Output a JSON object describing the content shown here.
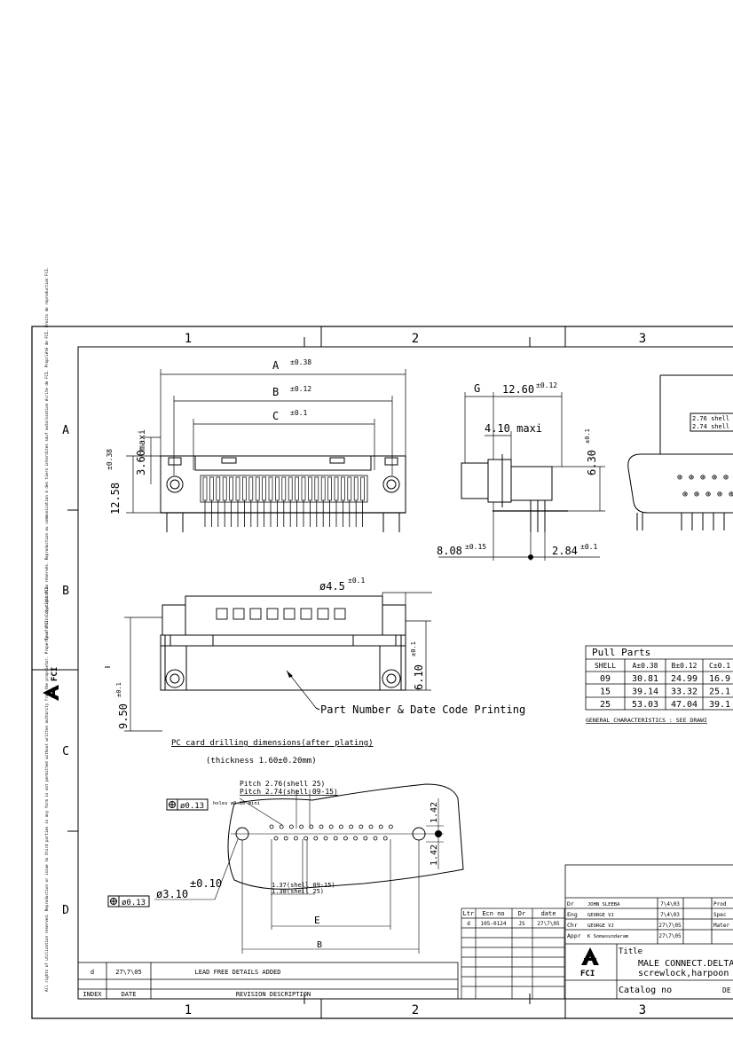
{
  "frame": {
    "columns": [
      "1",
      "2",
      "3"
    ],
    "rows": [
      "A",
      "B",
      "C",
      "D"
    ]
  },
  "side_notes": {
    "top_left": "Tous droits d'utilisation réservés. Reproduction ou communication à des tiers interdites sauf autorisation écrite de FCI. Propriété de FCI. Droits de reproduction FCI.",
    "bottom_left": "All rights of utilization reserved. Reproduction or issue to third parties in any form is not permitted without written authority from the proprietor. Property of FCI. Copyright FCI."
  },
  "front_view": {
    "dim_a": "A",
    "tol_a": "±0.38",
    "dim_b": "B",
    "tol_b": "±0.12",
    "dim_c": "C",
    "tol_c": "±0.1",
    "dim_height": "12.58",
    "tol_height": "±0.38",
    "dim_360": "3.60",
    "maxi": "maxi"
  },
  "side_view": {
    "dim_g": "G",
    "dim_1260": "12.60",
    "tol_1260": "±0.12",
    "dim_410": "4.10 maxi",
    "dim_630": "6.30",
    "tol_630": "±0.1",
    "dim_808": "8.08",
    "tol_808": "±0.15",
    "dim_284": "2.84",
    "tol_284": "±0.1"
  },
  "right_view": {
    "note_1": "2.76 shell",
    "note_2": "2.74 shell"
  },
  "top_view": {
    "dim_dia": "ø4.5",
    "tol_dia": "±0.1",
    "dim_610": "6.10",
    "tol_610": "±0.1",
    "dim_950": "9.50",
    "tol_950": "±0.1",
    "callout": "Part Number & Date Code Printing"
  },
  "drilling": {
    "title": "PC card drilling dimensions(after plating)",
    "thickness": "(thickness 1.60±0.20mm)",
    "pitch_1": "Pitch 2.76(shell 25)",
    "pitch_2": "Pitch 2.74(shell 09-15)",
    "tol_box_1": "ø0.13",
    "holes": "holes ø0.80 mini",
    "dim_142_top": "1.42",
    "dim_142_bot": "1.42",
    "tol_010": "±0.10",
    "dim_310": "ø3.10",
    "tol_box_2": "ø0.13",
    "dim_137": "1.37(shell 09-15)",
    "dim_138": "1.38(shell 25)",
    "dim_e": "E",
    "dim_b": "B"
  },
  "parts_table": {
    "title": "Pull Parts",
    "headers": [
      "SHELL",
      "A±0.38",
      "B±0.12",
      "C±0.1"
    ],
    "rows": [
      [
        "09",
        "30.81",
        "24.99",
        "16.9"
      ],
      [
        "15",
        "39.14",
        "33.32",
        "25.1"
      ],
      [
        "25",
        "53.03",
        "47.04",
        "39.1"
      ]
    ],
    "footnote": "GENERAL CHARACTERISTICS : SEE DRAWI"
  },
  "revision_block": {
    "headers": [
      "Ltr",
      "Ecn no",
      "Dr",
      "date"
    ],
    "row": [
      "d",
      "105-0124",
      "JS",
      "27\\7\\05"
    ]
  },
  "revision_history": {
    "index": "d",
    "date": "27\\7\\05",
    "description": "LEAD FREE DETAILS ADDED",
    "header_index": "INDEX",
    "header_date": "DATE",
    "header_desc": "REVISION DESCRIPTION"
  },
  "approvals": [
    {
      "role": "Dr",
      "name": "JOHN SLEEBA",
      "date": "7\\4\\03",
      "extra": "Prod"
    },
    {
      "role": "Eng",
      "name": "GEORGE VJ",
      "date": "7\\4\\03",
      "extra": "Spec"
    },
    {
      "role": "Chr",
      "name": "GEORGE VJ",
      "date": "27\\7\\05",
      "extra": "Mater"
    },
    {
      "role": "Appr",
      "name": "K Somasundaram",
      "date": "27\\7\\05",
      "extra": ""
    }
  ],
  "title_block": {
    "logo_text": "FCI",
    "title_label": "Title",
    "title_line_1": "MALE CONNECT.DELTA",
    "title_line_2": "screwlock,harpoon &",
    "catalog_label": "Catalog no",
    "catalog_suffix": "DE"
  }
}
